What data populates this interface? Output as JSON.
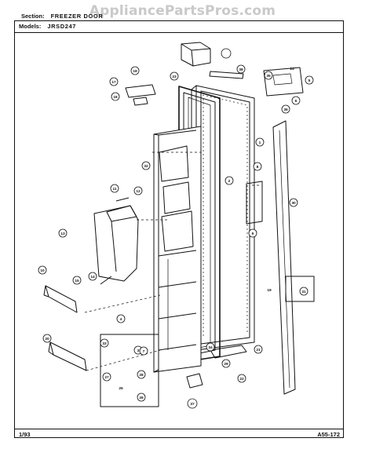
{
  "watermark": "AppliancePartsPros.com",
  "header": {
    "section_label": "Section:",
    "section_value": "FREEZER DOOR",
    "models_label": "Models:",
    "models_value": "JRSD247"
  },
  "footer": {
    "date": "1/93",
    "code": "A55-172"
  },
  "callouts": [
    "1",
    "2",
    "3",
    "4",
    "5",
    "6",
    "7",
    "8",
    "9",
    "10",
    "11",
    "12",
    "13",
    "14",
    "15",
    "16",
    "17",
    "18",
    "19",
    "20",
    "21",
    "22",
    "23",
    "24",
    "25",
    "26",
    "27",
    "28",
    "29",
    "30",
    "31",
    "32",
    "33",
    "34",
    "35",
    "36",
    "37",
    "38"
  ]
}
